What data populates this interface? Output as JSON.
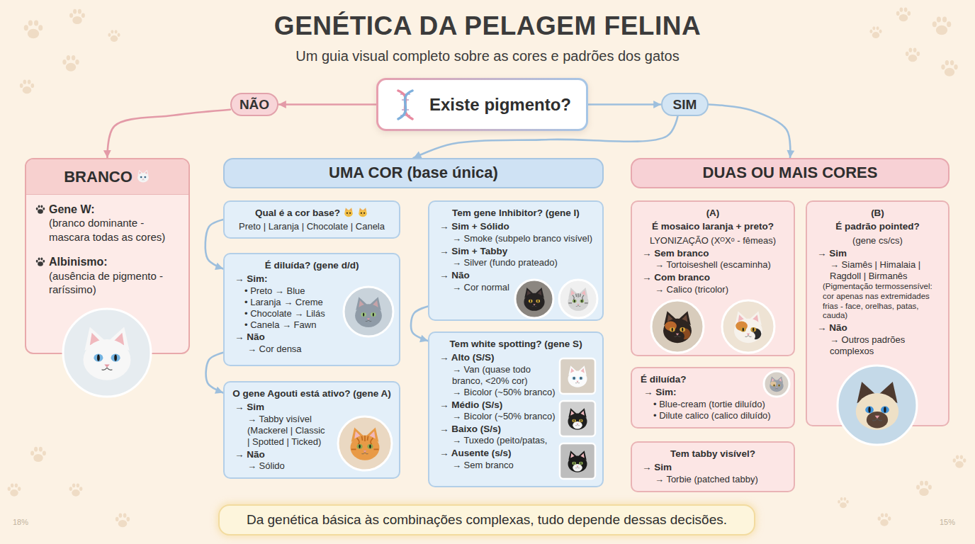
{
  "diagram": {
    "title": "GENÉTICA DA PELAGEM FELINA",
    "nodes": [
      {
        "text": [
          "Existe pigmento?"
        ]
      },
      {
        "text": [
          "NÃO"
        ]
      },
      {
        "text": [
          "SIM"
        ]
      },
      {
        "text": [
          "BRANCO",
          "Gene W:",
          "(branco dominante - mascara todas as cores)",
          "Albinismo:",
          "(ausência de pigmento - raríssimo)"
        ]
      },
      {
        "text": [
          "UMA COR (base única)"
        ]
      },
      {
        "text": [
          "Qual é a cor base?",
          "Preto | Laranja | Chocolate | Canela"
        ]
      },
      {
        "text": [
          "É diluída? (gene d/d)",
          "→ Sim:",
          "• Preto → Blue",
          "• Laranja → Creme",
          "• Chocolate → Lilás",
          "• Canela → Fawn",
          "→ Não",
          "→ Cor densa"
        ]
      },
      {
        "text": [
          "O gene Agouti está ativo? (gene A)",
          "→ Sim",
          "→ Tabby visível (Mackerel | Classic | Spotted | Ticked)",
          "→ Não",
          "→ Sólido"
        ]
      },
      {
        "text": [
          "Tem gene Inhibitor? (gene I)",
          "→ Sim + Sólido",
          "→ Smoke (subpelo branco visível)",
          "→ Sim + Tabby",
          "→ Silver (fundo prateado)",
          "→ Não",
          "→ Cor normal"
        ]
      },
      {
        "text": [
          "Tem white spotting? (gene S)",
          "→ Alto (S/S)",
          "→ Van (quase todo branco, <20% cor)",
          "→ Bicolor (~50% branco)",
          "→ Médio (S/s)",
          "→ Bicolor (~50% branco)",
          "→ Baixo (S/s)",
          "→ Tuxedo (peito/patas,",
          "→ Ausente (s/s)",
          "→ Sem branco"
        ]
      },
      {
        "text": [
          "DUAS OU MAIS CORES"
        ]
      },
      {
        "text": [
          "(A)",
          "É mosaico laranja + preto?",
          "LYONIZAÇÃO (XᴼXᵒ - fêmeas)",
          "→ Sem branco",
          "→ Tortoiseshell (escaminha)",
          "→ Com branco",
          "→ Calico (tricolor)"
        ]
      },
      {
        "text": [
          "É diluída?",
          "→ Sim:",
          "• Blue-cream (tortie diluído)",
          "• Dilute calico (calico diluído)"
        ]
      },
      {
        "text": [
          "Tem tabby visível?",
          "→ Sim",
          "→ Torbie (patched tabby)"
        ]
      },
      {
        "text": [
          "(B)",
          "É padrão pointed?",
          "(gene cs/cs)",
          "→ Sim",
          "→ Siamês | Himalaia | Ragdoll | Birmanês",
          "(Pigmentação termossensível: cor apenas nas extremidades frias - face, orelhas, patas, cauda)",
          "→ Não",
          "→ Outros padrões complexos"
        ]
      },
      {
        "text": [
          "Da genética básica às combinações complexas, tudo depende dessas decisões."
        ]
      }
    ],
    "edges": [
      {
        "from": 0,
        "to": 1,
        "arrow": "to"
      },
      {
        "from": 0,
        "to": 2,
        "arrow": "to"
      },
      {
        "from": 1,
        "to": 3,
        "arrow": "to"
      },
      {
        "from": 2,
        "to": 4,
        "arrow": "to"
      },
      {
        "from": 2,
        "to": 10,
        "arrow": "to"
      },
      {
        "from": 5,
        "to": 6,
        "arrow": "to"
      },
      {
        "from": 6,
        "to": 7,
        "arrow": "to"
      },
      {
        "from": 8,
        "to": 9,
        "arrow": "to"
      }
    ],
    "labels": [
      "Um guia visual completo sobre as cores e padrões dos gatos",
      "18%",
      "15%"
    ]
  }
}
